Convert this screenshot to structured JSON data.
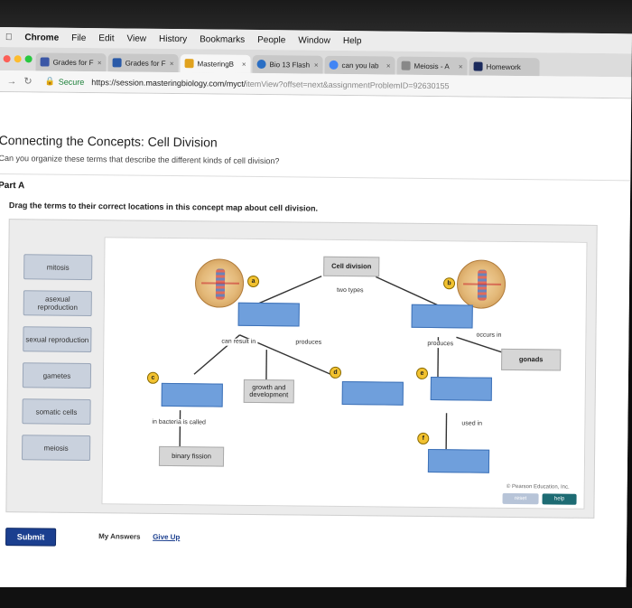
{
  "menubar": {
    "app": "Chrome",
    "items": [
      "File",
      "Edit",
      "View",
      "History",
      "Bookmarks",
      "People",
      "Window",
      "Help"
    ]
  },
  "tabs": [
    {
      "label": "Grades for F",
      "icon_color": "#3b57a6",
      "active": false
    },
    {
      "label": "Grades for F",
      "icon_color": "#2a5aa8",
      "active": false
    },
    {
      "label": "MasteringB",
      "icon_color": "#e0a21e",
      "active": true
    },
    {
      "label": "Bio 13 Flash",
      "icon_color": "#2b6fc4",
      "active": false
    },
    {
      "label": "can you lab",
      "icon_color": "#4285f4",
      "active": false
    },
    {
      "label": "Meiosis - A",
      "icon_color": "#888888",
      "active": false
    },
    {
      "label": "Homework",
      "icon_color": "#1b2a5c",
      "active": false
    }
  ],
  "address": {
    "secure_label": "Secure",
    "url_main": "https://session.masteringbiology.com/myct/",
    "url_rest": "itemView?offset=next&assignmentProblemID=92630155"
  },
  "page": {
    "title": "Connecting the Concepts: Cell Division",
    "subtitle": "Can you organize these terms that describe the different kinds of cell division?",
    "part": "Part A",
    "instruction": "Drag the terms to their correct locations in this concept map about cell division."
  },
  "terms": [
    "mitosis",
    "asexual reproduction",
    "sexual reproduction",
    "gametes",
    "somatic cells",
    "meiosis"
  ],
  "map": {
    "root": "Cell division",
    "root_edge": "two types",
    "left_edges": {
      "can_result_in": "can result in",
      "produces": "produces"
    },
    "growth": "growth and development",
    "bacteria_edge": "in bacteria is called",
    "binary": "binary fission",
    "right_edges": {
      "produces": "produces",
      "occurs_in": "occurs in",
      "used_in": "used in"
    },
    "gonads": "gonads",
    "badges": [
      "a",
      "b",
      "c",
      "d",
      "e",
      "f"
    ]
  },
  "footer": {
    "copyright": "© Pearson Education, Inc.",
    "reset": "reset",
    "help": "help",
    "submit": "Submit",
    "my_answers": "My Answers",
    "give_up": "Give Up"
  },
  "colors": {
    "drop_target": "#6f9fdc",
    "submit": "#1b3f8f",
    "badge": "#f2c230"
  }
}
